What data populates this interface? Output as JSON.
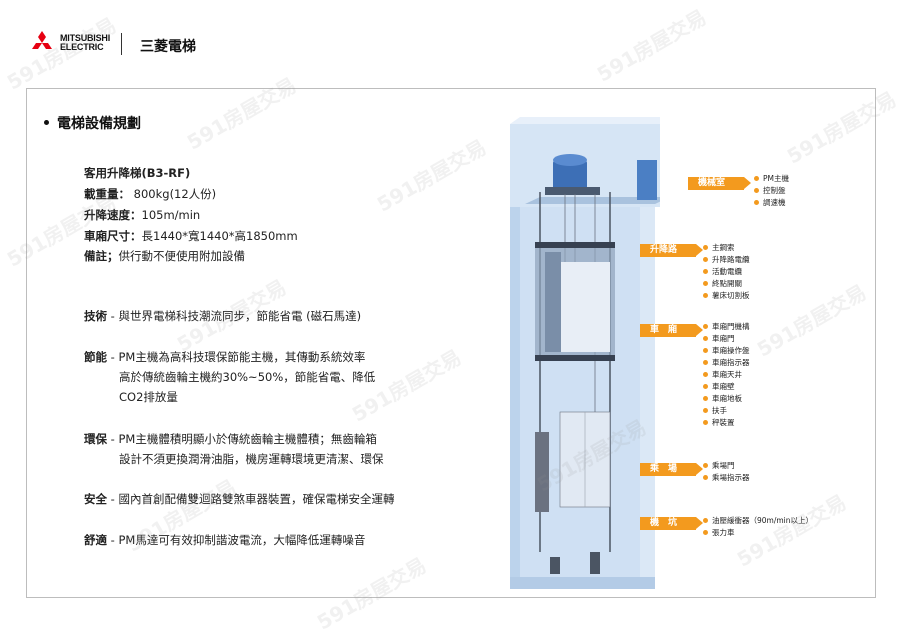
{
  "brand": {
    "en_line1": "MITSUBISHI",
    "en_line2": "ELECTRIC",
    "zh": "三菱電梯"
  },
  "section_title": "電梯設備規劃",
  "spec": {
    "model": "客用升降梯(B3-RF)",
    "load_label": "載重量：",
    "load_value": "800kg(12人份)",
    "speed_label": "升降速度：",
    "speed_value": "105m/min",
    "car_label": "車廂尺寸：",
    "car_value": "長1440*寬1440*高1850mm",
    "note_label": "備註；",
    "note_value": "供行動不便使用附加設備"
  },
  "features": [
    {
      "label": "技術",
      "lines": [
        "- 與世界電梯科技潮流同步，節能省電 (磁石馬達)"
      ]
    },
    {
      "label": "節能",
      "lines": [
        "- PM主機為高科技環保節能主機，其傳動系統效率",
        "高於傳統齒輪主機約30%~50%，節能省電、降低",
        "CO2排放量"
      ]
    },
    {
      "label": "環保",
      "lines": [
        "- PM主機體積明顯小於傳統齒輪主機體積；無齒輪箱",
        "設計不須更換潤滑油脂，機房運轉環境更清潔、環保"
      ]
    },
    {
      "label": "安全",
      "lines": [
        "- 國內首創配備雙迴路雙煞車器裝置，確保電梯安全運轉"
      ]
    },
    {
      "label": "舒適",
      "lines": [
        "- PM馬達可有效抑制諧波電流，大幅降低運轉噪音"
      ]
    }
  ],
  "diagram": {
    "tags": [
      {
        "label": "機械室",
        "items": [
          "PM主機",
          "控制盤",
          "調速機"
        ]
      },
      {
        "label": "升降路",
        "items": [
          "主鋼索",
          "升降路電纜",
          "活動電纜",
          "終點開關",
          "薯床切割板"
        ]
      },
      {
        "label": "車　廂",
        "items": [
          "車廂門機構",
          "車廂門",
          "車廂操作盤",
          "車廂指示器",
          "車廂天井",
          "車廂壁",
          "車廂地板",
          "扶手",
          "秤裝置"
        ]
      },
      {
        "label": "乘　場",
        "items": [
          "乘場門",
          "乘場指示器"
        ]
      },
      {
        "label": "機　坑",
        "items": [
          "油壓緩衝器（90m/min以上）",
          "張力車"
        ]
      }
    ]
  },
  "watermark": "591房屋交易",
  "colors": {
    "accent": "#f39a1e",
    "brand_red": "#e60012",
    "shaft_blue": "#cfe0f3"
  }
}
